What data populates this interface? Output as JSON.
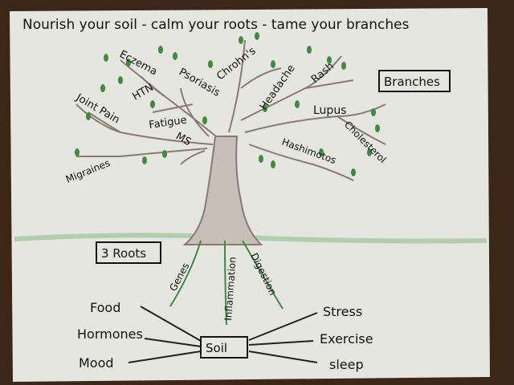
{
  "title": "Nourish your soil - calm your roots - tame your branches",
  "branches_box": "Branches",
  "roots_box": "3 Roots",
  "soil_box": "Soil",
  "branch_labels": {
    "eczema": "Eczema",
    "htn": "HTN",
    "psoriasis": "Psoriasis",
    "chrohns": "Chrohn's",
    "headache": "Headache",
    "rash": "Rash",
    "joint_pain": "Joint Pain",
    "fatigue": "Fatigue",
    "ms": "MS",
    "lupus": "Lupus",
    "migraines": "Migraines",
    "hashimotos": "Hashimotos",
    "cholesterol": "Cholesterol"
  },
  "root_labels": {
    "genes": "Genes",
    "inflammation": "Inflammation",
    "digestion": "Digestion"
  },
  "soil_factors_left": [
    "Food",
    "Hormones",
    "Mood"
  ],
  "soil_factors_right": [
    "Stress",
    "Exercise",
    "sleep"
  ],
  "colors": {
    "paper": "#e6e6e1",
    "trunk": "#8a7a72",
    "leaf": "#3f8a3c",
    "ground": "#9cc29a",
    "ink": "#111111",
    "wood_background": "#3b2618"
  }
}
